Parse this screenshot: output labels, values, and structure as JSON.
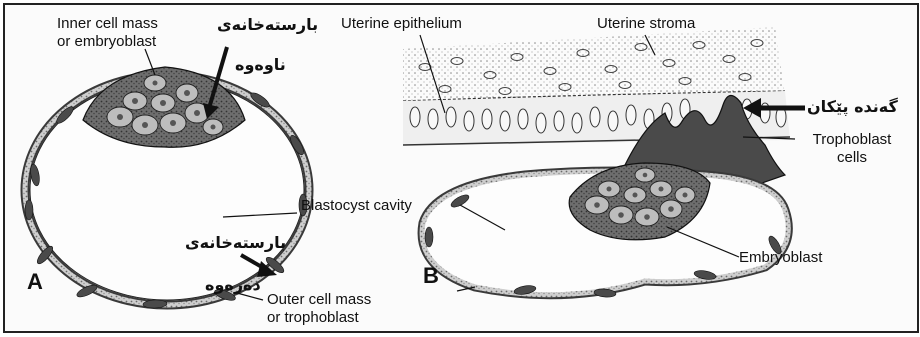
{
  "panel_a": {
    "letter": "A",
    "labels": {
      "inner_cell_mass_line1": "Inner cell mass",
      "inner_cell_mass_line2": "or embryoblast",
      "blastocyst_cavity": "Blastocyst cavity",
      "outer_cell_mass_line1": "Outer cell mass",
      "outer_cell_mass_line2": "or trophoblast"
    },
    "kurdish": {
      "inner_line1": "بارستەخانەی",
      "inner_line2": "ناوەوە",
      "outer_line1": "بارستەخانەی",
      "outer_line2": "دەرەوە"
    }
  },
  "panel_b": {
    "letter": "B",
    "labels": {
      "uterine_epithelium": "Uterine epithelium",
      "uterine_stroma": "Uterine stroma",
      "trophoblast_cells_line1": "Trophoblast",
      "trophoblast_cells_line2": "cells",
      "embryoblast": "Embryoblast"
    },
    "kurdish": {
      "trophoblast": "گەندە پێکان"
    }
  },
  "colors": {
    "ink": "#111111",
    "cell_dark": "#5a5a5a",
    "cell_mid": "#9a9a9a",
    "cell_light": "#d8d8d8",
    "stroma_bg": "#eeeeee"
  }
}
